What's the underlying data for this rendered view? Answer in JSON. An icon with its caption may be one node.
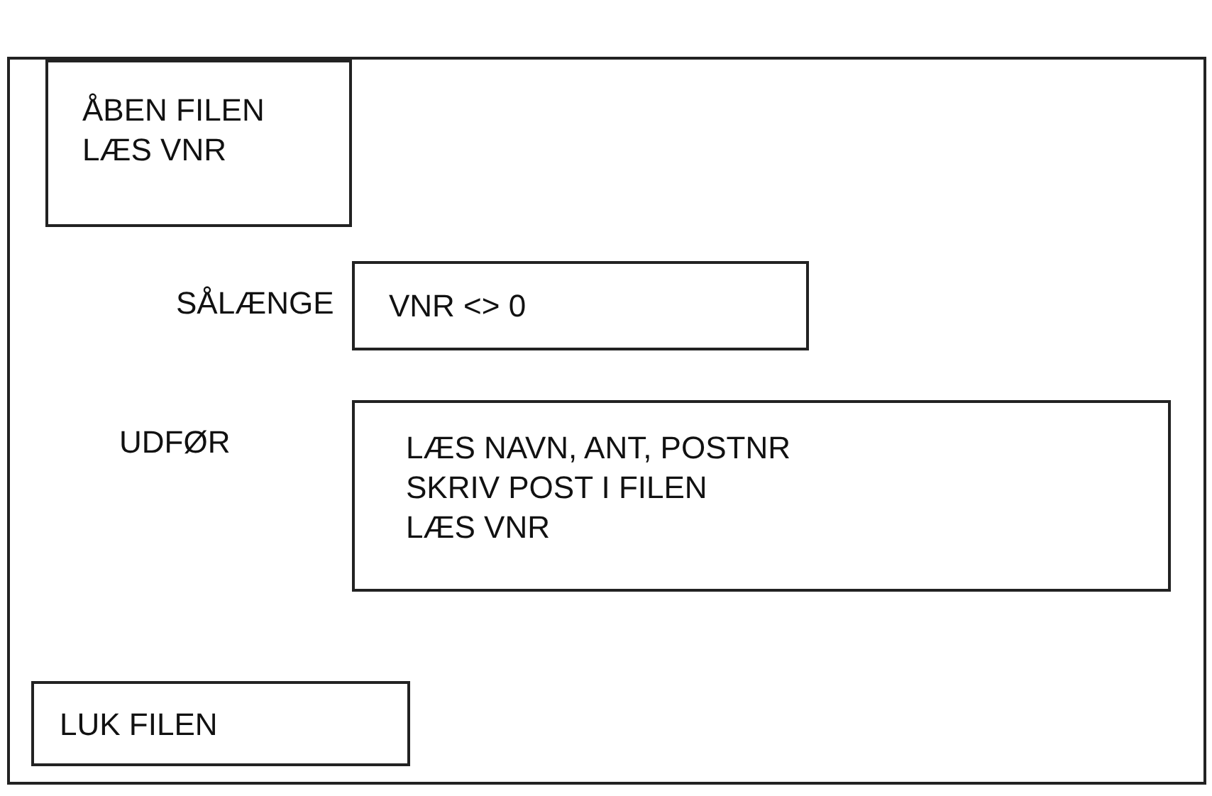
{
  "diagram": {
    "nodes": [
      {
        "text": [],
        "shape": "box"
      },
      {
        "text": [
          "ÅBEN FILEN",
          "LÆS VNR"
        ],
        "in": 0
      },
      {
        "text": [
          "VNR <> 0"
        ],
        "beside": [
          "SÅLÆNGE"
        ],
        "in": 0
      },
      {
        "text": [
          "LÆS NAVN, ANT, POSTNR",
          "SKRIV POST I FILEN",
          "LÆS VNR"
        ],
        "beside": [
          "UDFØR"
        ],
        "in": 0
      },
      {
        "text": [
          "LUK FILEN"
        ],
        "in": 0
      }
    ],
    "edges": []
  }
}
